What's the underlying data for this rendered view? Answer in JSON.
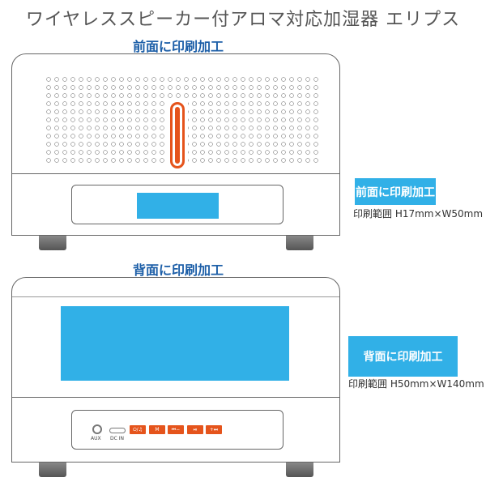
{
  "title": "ワイヤレススピーカー付アロマ対応加湿器 エリプス",
  "front": {
    "label": "前面に印刷加工",
    "tag": "前面に印刷加工",
    "spec": "印刷範囲 H17mm×W50mm"
  },
  "back": {
    "label": "背面に印刷加工",
    "tag": "背面に印刷加工",
    "spec": "印刷範囲 H50mm×W140mm",
    "ports": {
      "aux": "AUX",
      "dc": "DC IN"
    },
    "buttons": [
      "⏻/♫",
      "M",
      "⏮−",
      "⏯",
      "+⏭"
    ]
  },
  "colors": {
    "print_area": "#31b0e7",
    "accent": "#e5541c",
    "label": "#1d5fa8"
  }
}
